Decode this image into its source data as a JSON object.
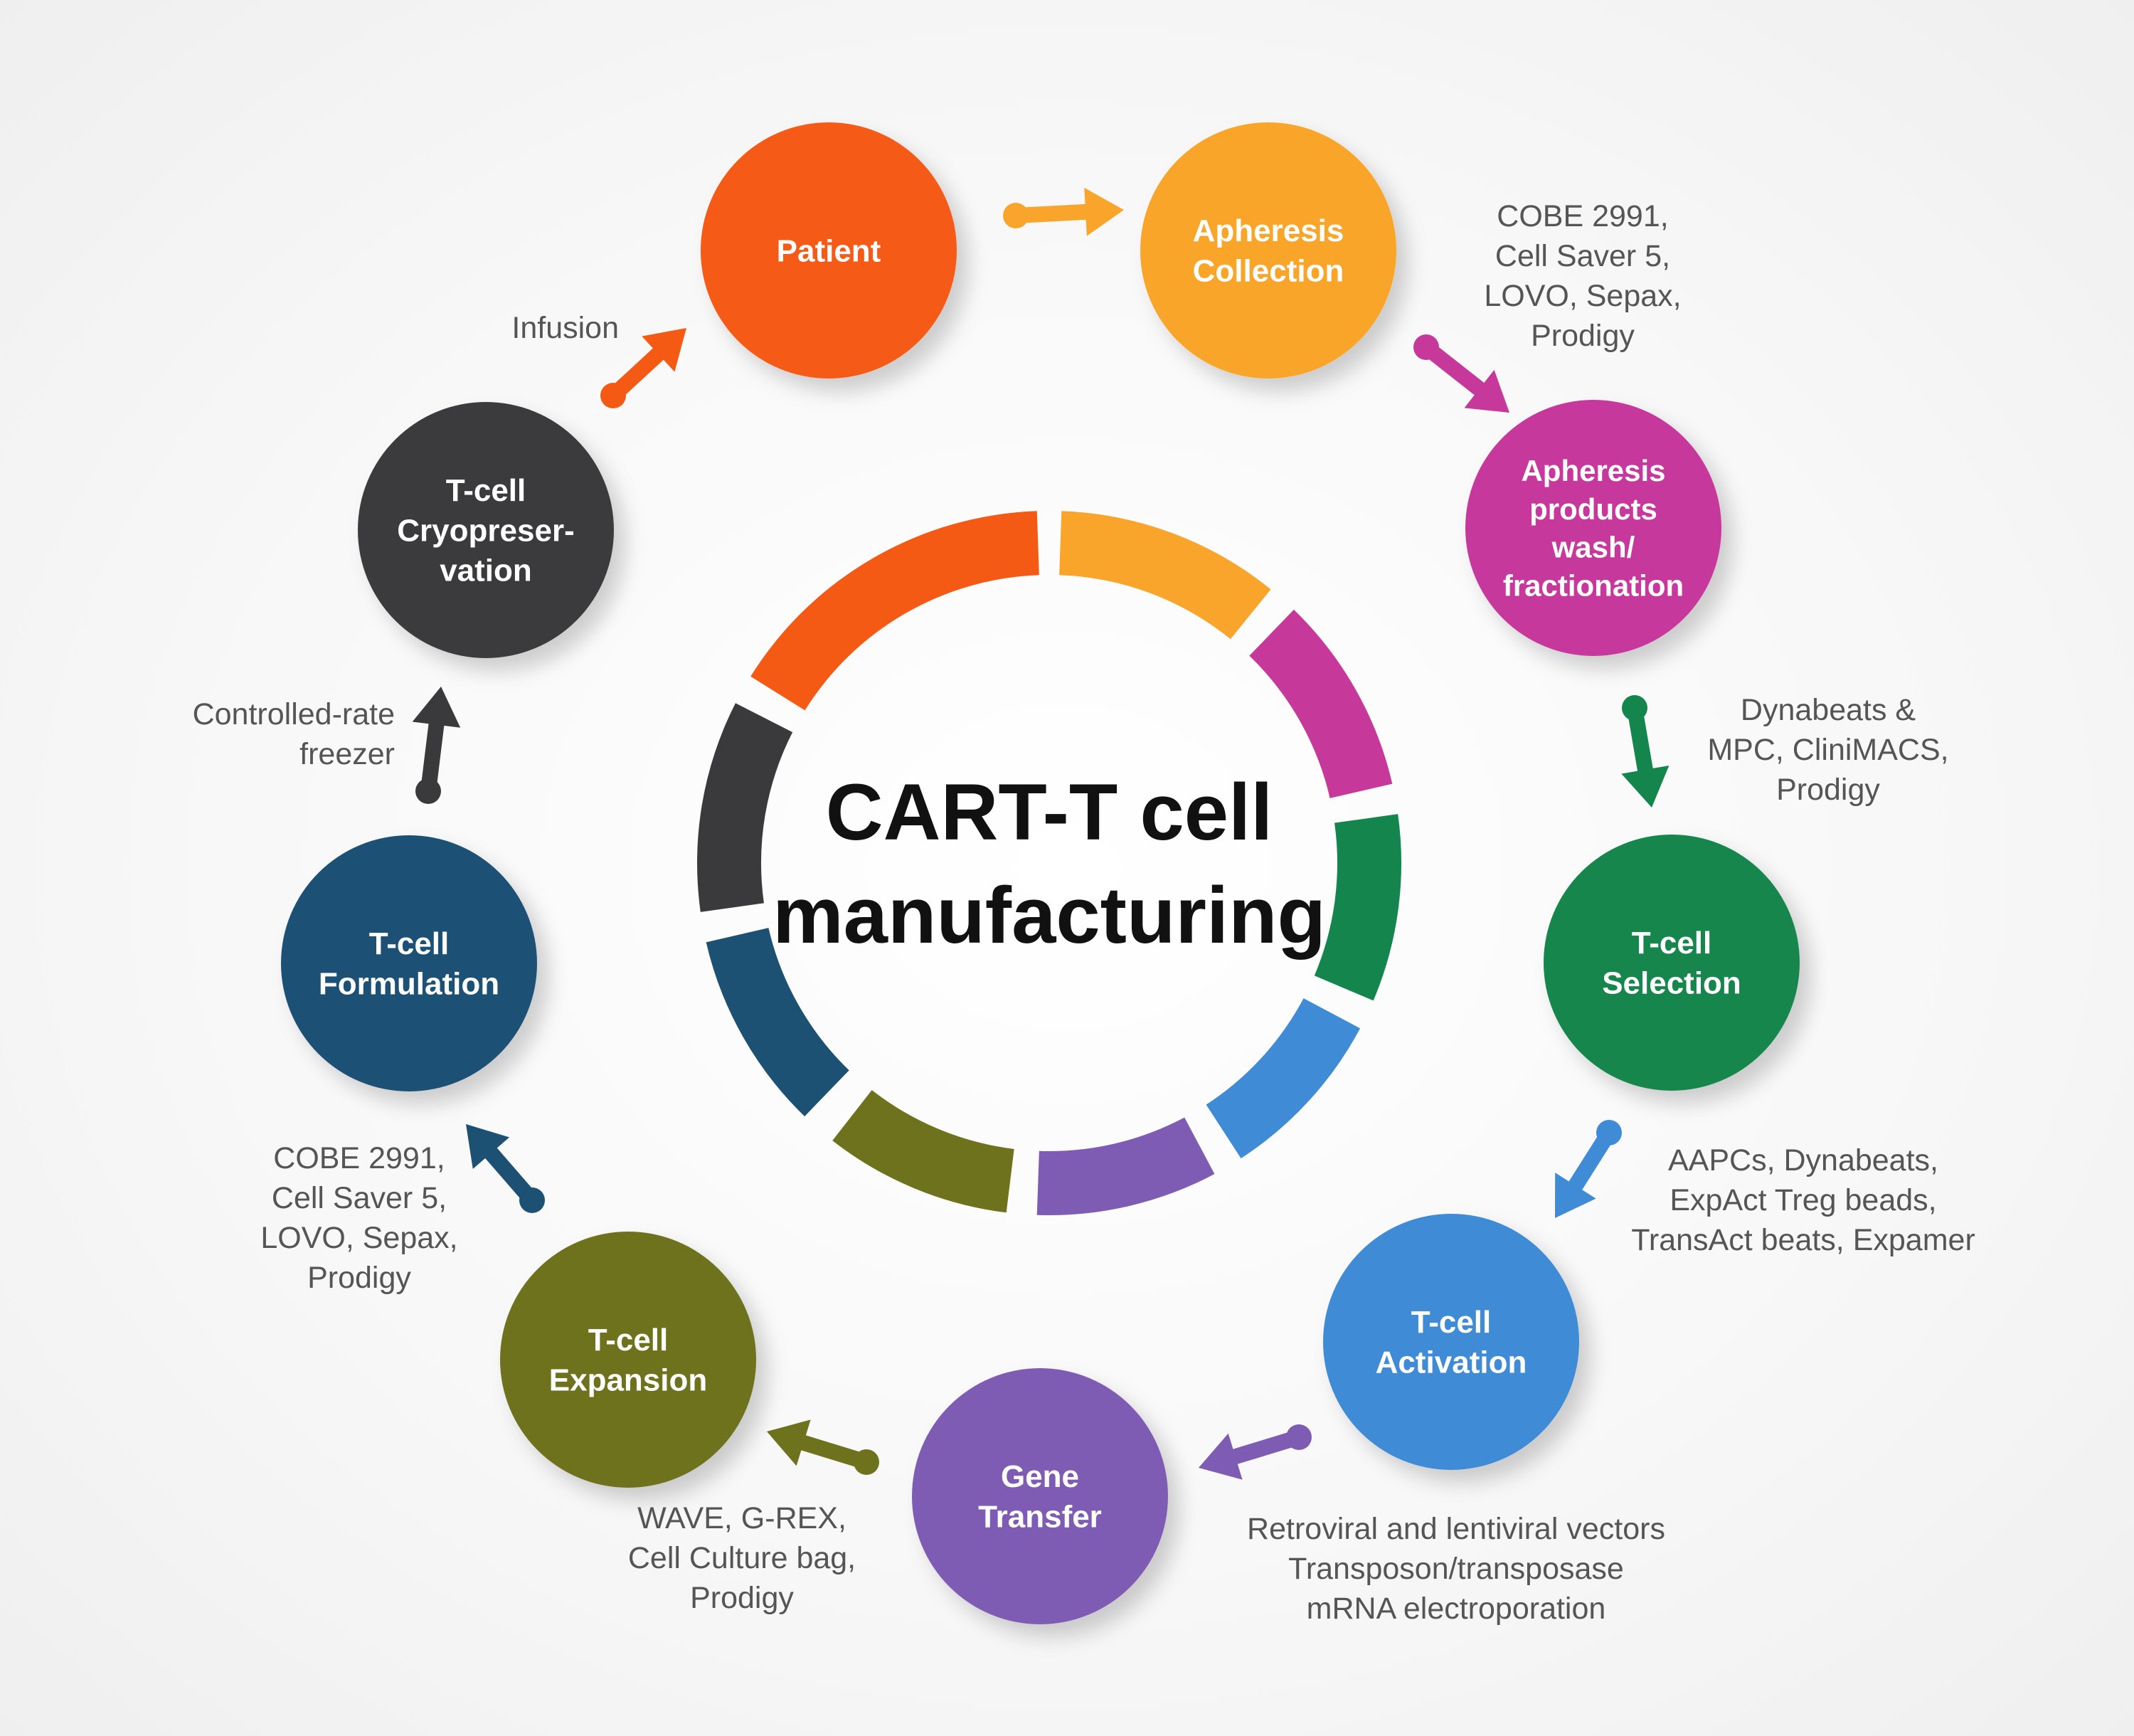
{
  "title": {
    "line1": "CART-T cell",
    "line2": "manufacturing"
  },
  "steps": [
    {
      "id": "patient",
      "lines": [
        "Patient"
      ],
      "color": "#f55a14"
    },
    {
      "id": "apheresis-collection",
      "lines": [
        "Apheresis",
        "Collection"
      ],
      "color": "#f9a52c"
    },
    {
      "id": "apheresis-wash",
      "lines": [
        "Apheresis",
        "products",
        "wash/",
        "fractionation"
      ],
      "color": "#c6399b"
    },
    {
      "id": "tcell-selection",
      "lines": [
        "T-cell",
        "Selection"
      ],
      "color": "#14864d"
    },
    {
      "id": "tcell-activation",
      "lines": [
        "T-cell",
        "Activation"
      ],
      "color": "#3f8bd6"
    },
    {
      "id": "gene-transfer",
      "lines": [
        "Gene",
        "Transfer"
      ],
      "color": "#7f5cb4"
    },
    {
      "id": "tcell-expansion",
      "lines": [
        "T-cell",
        "Expansion"
      ],
      "color": "#6e721c"
    },
    {
      "id": "tcell-formulation",
      "lines": [
        "T-cell",
        "Formulation"
      ],
      "color": "#1d5174"
    },
    {
      "id": "tcell-cryopreservation",
      "lines": [
        "T-cell",
        "Cryopreser-",
        "vation"
      ],
      "color": "#3a3a3d"
    }
  ],
  "annotations": [
    {
      "id": "patient-to-apheresis",
      "lines": []
    },
    {
      "id": "collection-methods",
      "lines": [
        "COBE 2991,",
        "Cell Saver 5,",
        "LOVO,  Sepax,",
        "Prodigy"
      ]
    },
    {
      "id": "selection-methods",
      "lines": [
        "Dynabeats &",
        "MPC, CliniMACS,",
        "Prodigy"
      ]
    },
    {
      "id": "activation-methods",
      "lines": [
        "AAPCs, Dynabeats,",
        "ExpAct Treg beads,",
        "TransAct beats, Expamer"
      ]
    },
    {
      "id": "gene-transfer-methods",
      "lines": [
        "Retroviral and lentiviral vectors",
        "Transposon/transposase",
        "mRNA electroporation"
      ]
    },
    {
      "id": "expansion-methods",
      "lines": [
        "WAVE, G-REX,",
        "Cell Culture bag,",
        "Prodigy"
      ]
    },
    {
      "id": "formulation-methods",
      "lines": [
        "COBE 2991,",
        "Cell Saver 5,",
        "LOVO,  Sepax,",
        "Prodigy"
      ]
    },
    {
      "id": "cryo-methods",
      "lines": [
        "Controlled-rate",
        "freezer"
      ]
    },
    {
      "id": "infusion",
      "lines": [
        "Infusion"
      ]
    }
  ]
}
